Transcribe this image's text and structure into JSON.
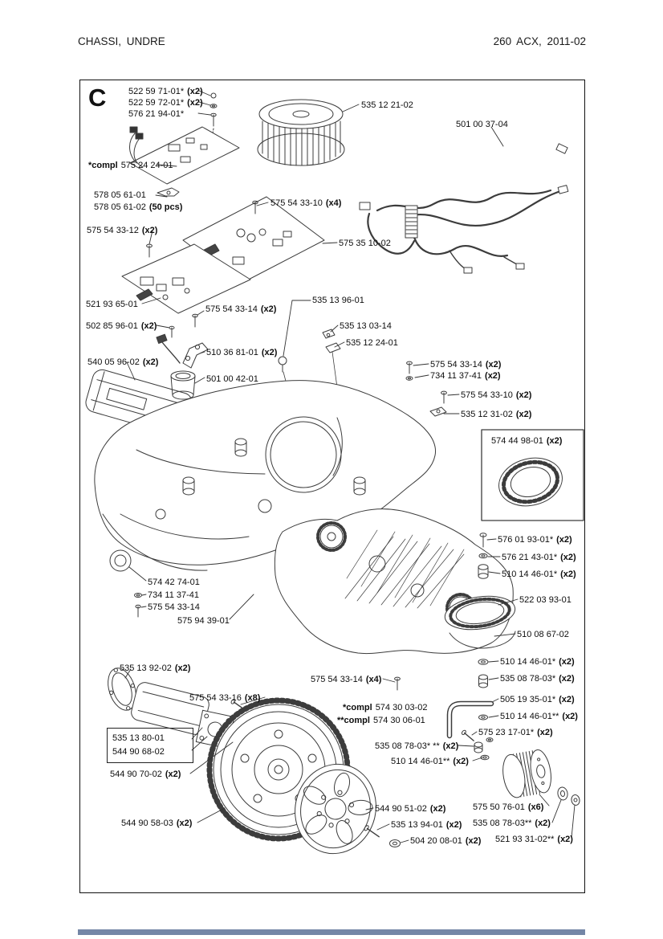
{
  "page": {
    "header_left": "CHASSI,  UNDRE",
    "header_right": "260 ACX, 2011-02",
    "section_letter": "C",
    "footer_bar_color": "#7486a6",
    "line_color": "#3c3c3c"
  },
  "labels": [
    {
      "num": "522 59 71-01*",
      "qty": "(x2)"
    },
    {
      "num": "522 59 72-01*",
      "qty": "(x2)"
    },
    {
      "num": "576 21 94-01*"
    },
    {
      "num": "535 12 21-02"
    },
    {
      "num": "501 00 37-04"
    },
    {
      "pre": "*compl",
      "num": "575 24 24-01"
    },
    {
      "num": "578 05 61-01"
    },
    {
      "num": "578 05 61-02",
      "qty": "(50 pcs)"
    },
    {
      "num": "575 54 33-10",
      "qty": "(x4)"
    },
    {
      "num": "575 54 33-12",
      "qty": "(x2)"
    },
    {
      "num": "575 35 10-02"
    },
    {
      "num": "521 93 65-01"
    },
    {
      "num": "575 54 33-14",
      "qty": "(x2)"
    },
    {
      "num": "502 85 96-01",
      "qty": "(x2)"
    },
    {
      "num": "535 13 96-01"
    },
    {
      "num": "535 13 03-14"
    },
    {
      "num": "535 12 24-01"
    },
    {
      "num": "510 36 81-01",
      "qty": "(x2)"
    },
    {
      "num": "540 05 96-02",
      "qty": "(x2)"
    },
    {
      "num": "501 00 42-01"
    },
    {
      "num": "575 54 33-14",
      "qty": "(x2)"
    },
    {
      "num": "734 11 37-41",
      "qty": "(x2)"
    },
    {
      "num": "575 54 33-10",
      "qty": "(x2)"
    },
    {
      "num": "535 12 31-02",
      "qty": "(x2)"
    },
    {
      "num": "574 44 98-01",
      "qty": "(x2)"
    },
    {
      "num": "576 01 93-01*",
      "qty": "(x2)"
    },
    {
      "num": "576 21 43-01*",
      "qty": "(x2)"
    },
    {
      "num": "510 14 46-01*",
      "qty": "(x2)"
    },
    {
      "num": "522 03 93-01"
    },
    {
      "num": "510 08 67-02"
    },
    {
      "num": "574 42 74-01"
    },
    {
      "num": "734 11 37-41"
    },
    {
      "num": "575 54 33-14"
    },
    {
      "num": "575 94 39-01"
    },
    {
      "num": "510 14 46-01*",
      "qty": "(x2)"
    },
    {
      "num": "535 08 78-03*",
      "qty": "(x2)"
    },
    {
      "num": "505 19 35-01*",
      "qty": "(x2)"
    },
    {
      "num": "510 14 46-01**",
      "qty": "(x2)"
    },
    {
      "num": "575 23 17-01*",
      "qty": "(x2)"
    },
    {
      "num": "535 13 92-02",
      "qty": "(x2)"
    },
    {
      "num": "575 54 33-16",
      "qty": "(x8)"
    },
    {
      "num": "575 54 33-14",
      "qty": "(x4)"
    },
    {
      "pre": "*compl",
      "num": "574 30 03-02"
    },
    {
      "pre": "**compl",
      "num": "574 30 06-01"
    },
    {
      "num": "535 08 78-03* **",
      "qty": "(x2)"
    },
    {
      "num": "510 14 46-01**",
      "qty": "(x2)"
    },
    {
      "num": "535 13 80-01"
    },
    {
      "num": "544 90 68-02"
    },
    {
      "num": "544 90 70-02",
      "qty": "(x2)"
    },
    {
      "num": "544 90 58-03",
      "qty": "(x2)"
    },
    {
      "num": "544 90 51-02",
      "qty": "(x2)"
    },
    {
      "num": "535 13 94-01",
      "qty": "(x2)"
    },
    {
      "num": "504 20 08-01",
      "qty": "(x2)"
    },
    {
      "num": "575 50 76-01",
      "qty": "(x6)"
    },
    {
      "num": "535 08 78-03**",
      "qty": "(x2)"
    },
    {
      "num": "521 93 31-02**",
      "qty": "(x2)"
    }
  ]
}
